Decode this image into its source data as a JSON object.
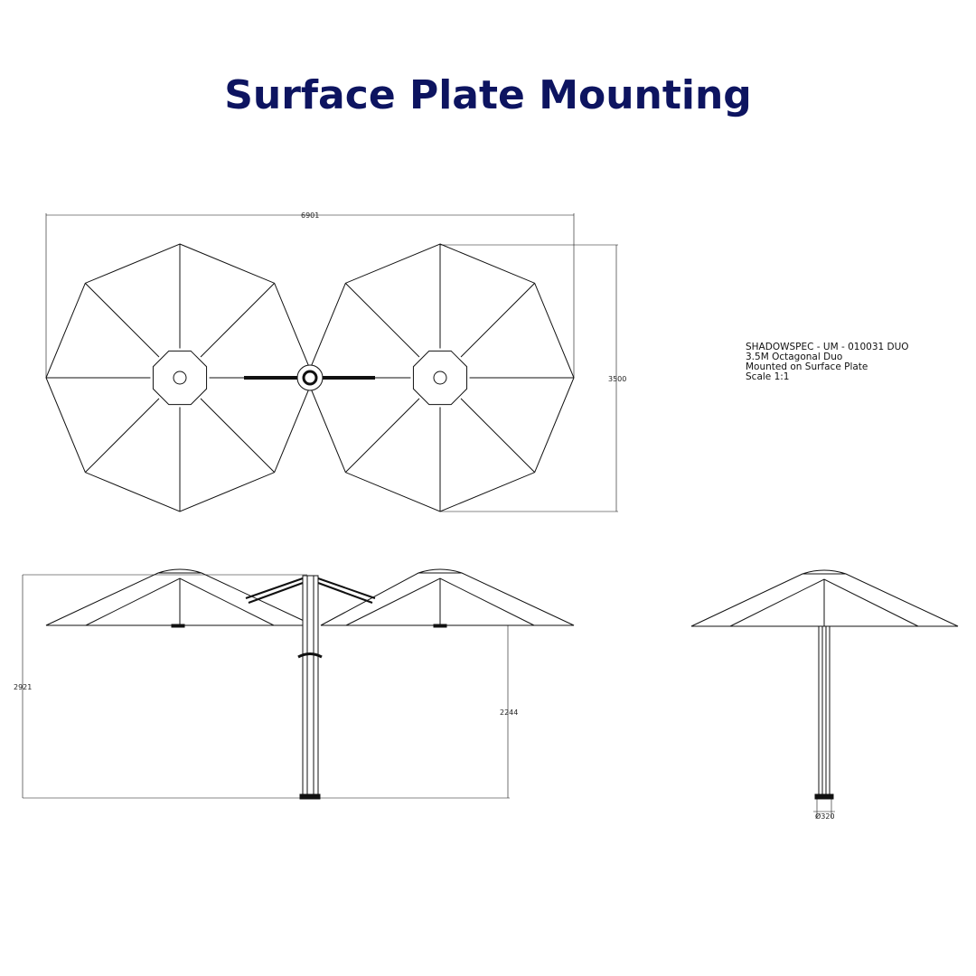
{
  "title": "Surface Plate Mounting",
  "dimensions": {
    "overall_width": "6901",
    "canopy_depth": "3500",
    "overall_height": "2921",
    "clearance_height": "2244",
    "base_diameter": "Ø320"
  },
  "info": [
    "SHADOWSPEC - UM - 010031 DUO",
    "3.5M Octagonal Duo",
    "Mounted on Surface Plate",
    "Scale 1:1"
  ],
  "colors": {
    "title": "#0d1460",
    "lines": "#111111"
  }
}
